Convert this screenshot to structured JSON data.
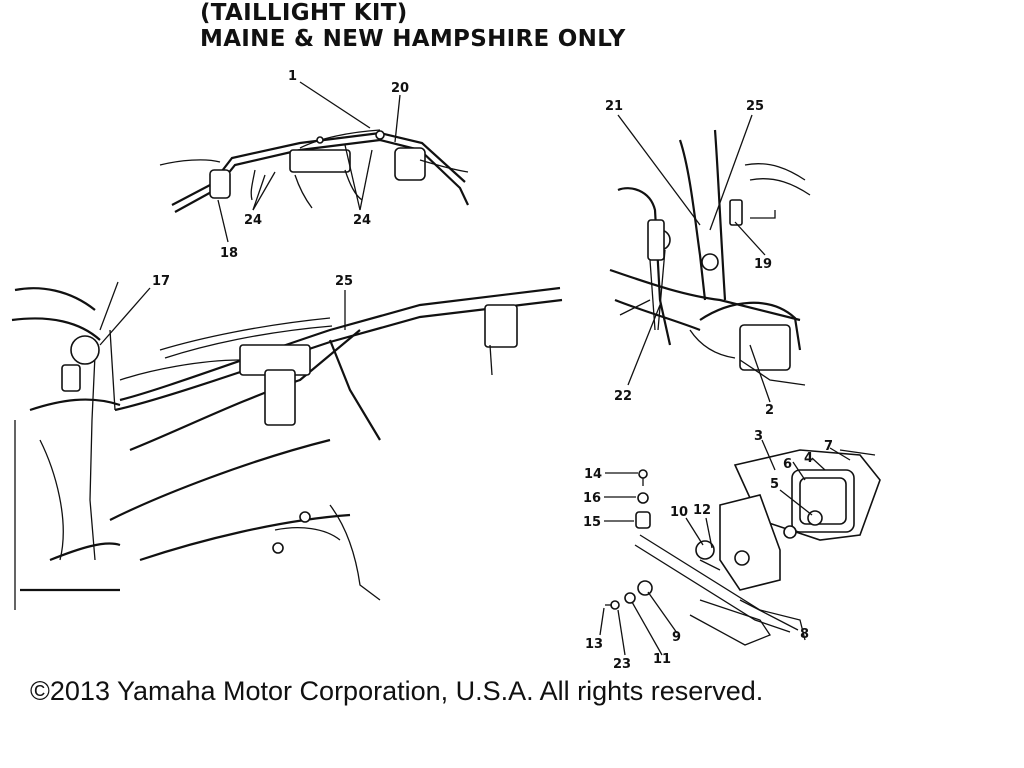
{
  "title": {
    "line1": "(TAILLIGHT KIT)",
    "line2": "MAINE & NEW HAMPSHIRE ONLY"
  },
  "callouts": {
    "c1": "1",
    "c20": "20",
    "c24a": "24",
    "c24b": "24",
    "c18": "18",
    "c17": "17",
    "c25a": "25",
    "c21": "21",
    "c25b": "25",
    "c19": "19",
    "c22": "22",
    "c2": "2",
    "c3": "3",
    "c6": "6",
    "c4": "4",
    "c7": "7",
    "c5": "5",
    "c14": "14",
    "c16": "16",
    "c15": "15",
    "c10": "10",
    "c12": "12",
    "c13": "13",
    "c23": "23",
    "c11": "11",
    "c9": "9",
    "c8": "8"
  },
  "copyright": "©2013 Yamaha Motor Corporation, U.S.A. All rights reserved."
}
